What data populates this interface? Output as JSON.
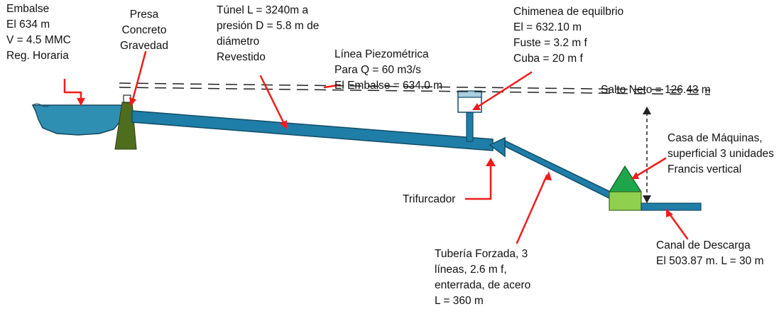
{
  "labels": {
    "embalse": [
      "Embalse",
      "El 634 m",
      "V = 4.5 MMC",
      "Reg. Horaria"
    ],
    "presa": [
      "Presa",
      "Concreto",
      "Gravedad"
    ],
    "tunel": [
      "Túnel L = 3240m a",
      "presión D = 5.8 m de",
      "diámetro",
      "Revestido"
    ],
    "piezometrica": [
      "Línea Piezométrica",
      "Para Q = 60 m3/s",
      "El Embalse = 634.0 m"
    ],
    "chimenea": [
      "Chimenea de equilbrio",
      "El = 632.10 m",
      "Fuste = 3.2 m f",
      "Cuba = 20 m f"
    ],
    "salto_neto": "Salto Neto = 126.43 m",
    "casa_maquinas": [
      "Casa de Máquinas,",
      "superficial 3 unidades",
      "Francis vertical"
    ],
    "trifurcador": "Trifurcador",
    "tuberia": [
      "Tubería Forzada, 3",
      "líneas, 2.6 m f,",
      "enterrada, de acero",
      "L = 360 m"
    ],
    "canal": [
      "Canal de Descarga",
      "El 503.87 m. L = 30 m"
    ]
  },
  "colors": {
    "water": "#2f8fb3",
    "pipe": "#1f7ea8",
    "pipe_outline": "#0f4c66",
    "dam": "#4e6e1e",
    "roof": "#1fa64a",
    "powerhouse": "#8fd14f",
    "tank": "#a9cfe0",
    "arrow": "#ee1c1c",
    "dashes": "#222222"
  }
}
